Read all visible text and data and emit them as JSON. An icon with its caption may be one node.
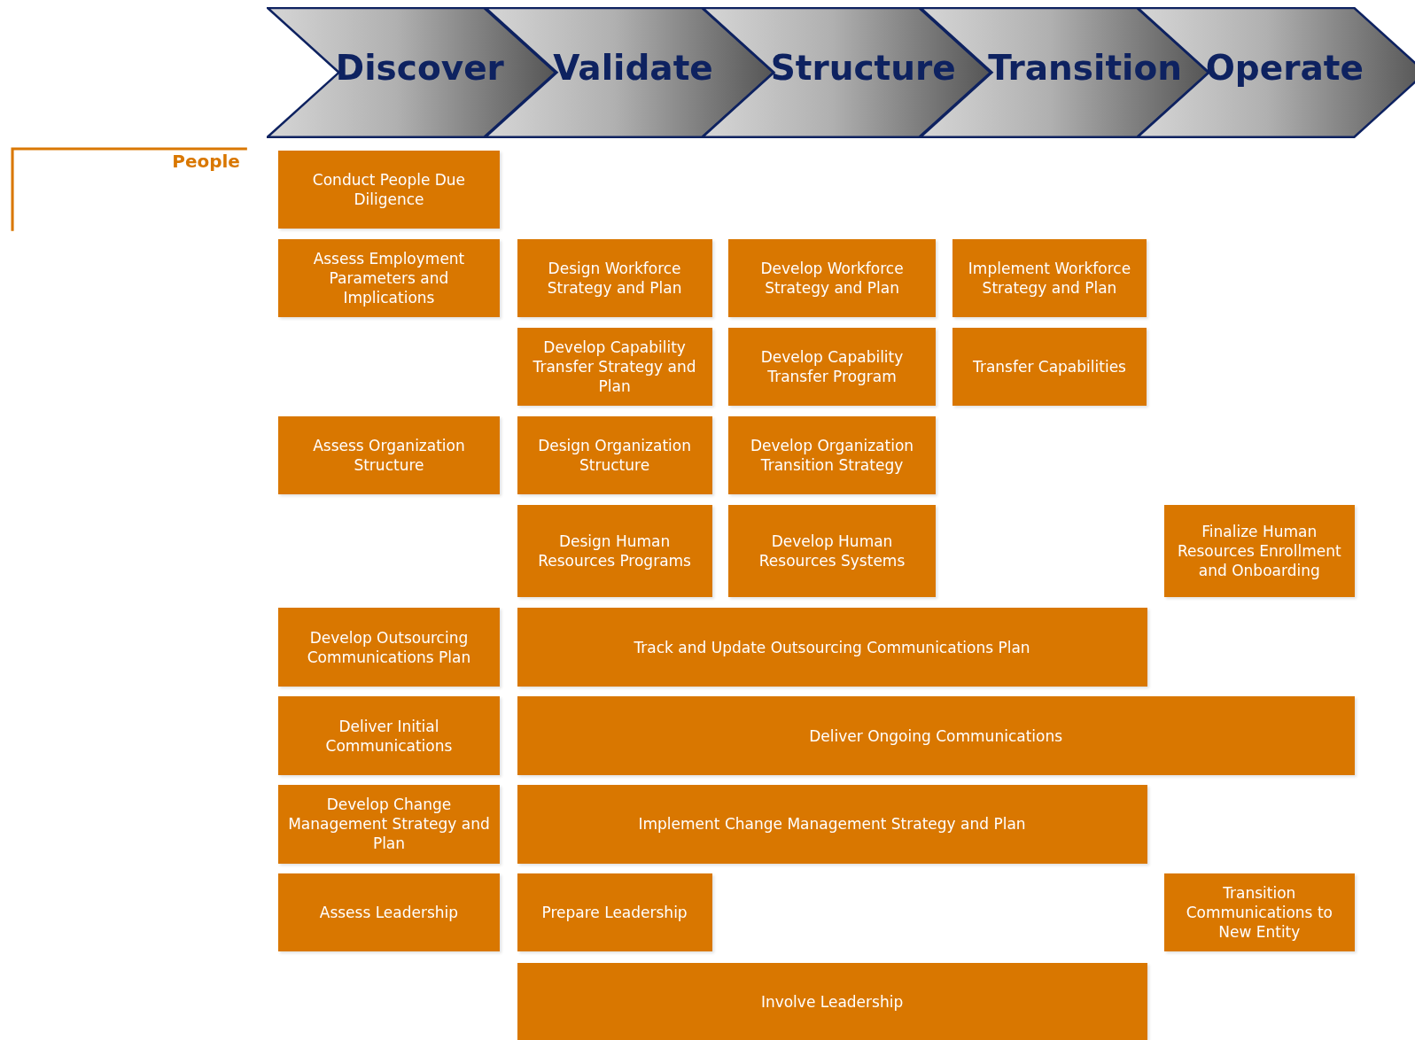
{
  "diagram": {
    "nodes": [
      {
        "text": [
          "Discover"
        ]
      },
      {
        "text": [
          "Validate"
        ]
      },
      {
        "text": [
          "Structure"
        ]
      },
      {
        "text": [
          "Transition"
        ]
      },
      {
        "text": [
          "Operate"
        ]
      },
      {
        "text": [
          "Conduct People Due Diligence"
        ]
      },
      {
        "text": [
          "Assess Employment Parameters and Implications"
        ]
      },
      {
        "text": [
          "Design Workforce Strategy and Plan"
        ]
      },
      {
        "text": [
          "Develop Workforce Strategy and Plan"
        ]
      },
      {
        "text": [
          "Implement Workforce Strategy and Plan"
        ]
      },
      {
        "text": [
          "Develop Capability Transfer Strategy and Plan"
        ]
      },
      {
        "text": [
          "Develop Capability Transfer Program"
        ]
      },
      {
        "text": [
          "Transfer Capabilities"
        ]
      },
      {
        "text": [
          "Assess Organization Structure"
        ]
      },
      {
        "text": [
          "Design Organization Structure"
        ]
      },
      {
        "text": [
          "Develop Organization Transition Strategy"
        ]
      },
      {
        "text": [
          "Design Human Resources Programs"
        ]
      },
      {
        "text": [
          "Develop Human Resources Systems"
        ]
      },
      {
        "text": [
          "Finalize Human Resources Enrollment and Onboarding"
        ]
      },
      {
        "text": [
          "Develop Outsourcing Communications Plan"
        ]
      },
      {
        "text": [
          "Track and Update Outsourcing Communications Plan"
        ]
      },
      {
        "text": [
          "Deliver Initial Communications"
        ]
      },
      {
        "text": [
          "Deliver Ongoing Communications"
        ]
      },
      {
        "text": [
          "Develop Change Management Strategy and Plan"
        ]
      },
      {
        "text": [
          "Implement Change Management Strategy and Plan"
        ]
      },
      {
        "text": [
          "Assess Leadership"
        ]
      },
      {
        "text": [
          "Prepare Leadership"
        ]
      },
      {
        "text": [
          "Transition Communications to New Entity"
        ]
      },
      {
        "text": [
          "Involve Leadership"
        ]
      }
    ],
    "labels": [
      "People"
    ]
  }
}
